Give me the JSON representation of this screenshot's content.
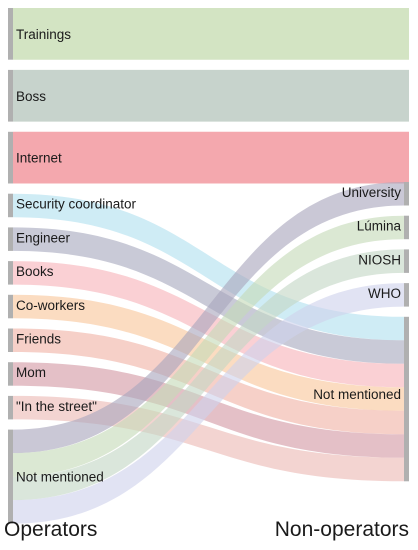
{
  "chart_data": {
    "type": "sankey",
    "left_title": "Operators",
    "right_title": "Non-operators",
    "left_nodes": [
      {
        "id": "trainings",
        "label": "Trainings",
        "value": 2.2,
        "color": "#d3e4c3"
      },
      {
        "id": "boss",
        "label": "Boss",
        "value": 2.2,
        "color": "#c7d3cc"
      },
      {
        "id": "internet",
        "label": "Internet",
        "value": 2.2,
        "color": "#f4a8ae"
      },
      {
        "id": "security",
        "label": "Security coordinator",
        "value": 1.0,
        "color": "#b2e0ef"
      },
      {
        "id": "engineer",
        "label": "Engineer",
        "value": 1.0,
        "color": "#a8a9be"
      },
      {
        "id": "books",
        "label": "Books",
        "value": 1.0,
        "color": "#f7b3b9"
      },
      {
        "id": "coworkers",
        "label": "Co-workers",
        "value": 1.0,
        "color": "#f9c69b"
      },
      {
        "id": "friends",
        "label": "Friends",
        "value": 1.0,
        "color": "#f1b3a6"
      },
      {
        "id": "mom",
        "label": "Mom",
        "value": 1.0,
        "color": "#d49aa4"
      },
      {
        "id": "street",
        "label": "\"In the street\"",
        "value": 1.0,
        "color": "#ecb9b4"
      },
      {
        "id": "notmentioned_l",
        "label": "Not mentioned",
        "value": 4.0,
        "color": "#d8d8d8"
      }
    ],
    "right_nodes": [
      {
        "id": "university",
        "label": "University",
        "value": 1.0,
        "color": "#a9a7bd"
      },
      {
        "id": "lumina",
        "label": "Lúmina",
        "value": 1.0,
        "color": "#c5dab8"
      },
      {
        "id": "niosh",
        "label": "NIOSH",
        "value": 1.0,
        "color": "#c3d6c5"
      },
      {
        "id": "who",
        "label": "WHO",
        "value": 1.0,
        "color": "#cfd2ec"
      },
      {
        "id": "notmentioned_r",
        "label": "Not mentioned",
        "value": 7.0,
        "color": "#d8d8d8"
      }
    ],
    "links": [
      {
        "source": "trainings",
        "target": null,
        "value": 2.2,
        "color": "#d3e4c3"
      },
      {
        "source": "boss",
        "target": null,
        "value": 2.2,
        "color": "#c7d3cc"
      },
      {
        "source": "internet",
        "target": null,
        "value": 2.2,
        "color": "#f4a8ae"
      },
      {
        "source": "security",
        "target": "notmentioned_r",
        "value": 1.0,
        "color": "#b2e0ef"
      },
      {
        "source": "engineer",
        "target": "notmentioned_r",
        "value": 1.0,
        "color": "#a8a9be"
      },
      {
        "source": "books",
        "target": "notmentioned_r",
        "value": 1.0,
        "color": "#f7b3b9"
      },
      {
        "source": "coworkers",
        "target": "notmentioned_r",
        "value": 1.0,
        "color": "#f9c69b"
      },
      {
        "source": "friends",
        "target": "notmentioned_r",
        "value": 1.0,
        "color": "#f1b3a6"
      },
      {
        "source": "mom",
        "target": "notmentioned_r",
        "value": 1.0,
        "color": "#d49aa4"
      },
      {
        "source": "street",
        "target": "notmentioned_r",
        "value": 1.0,
        "color": "#ecb9b4"
      },
      {
        "source": "notmentioned_l",
        "target": "university",
        "value": 1.0,
        "color": "#a9a7bd"
      },
      {
        "source": "notmentioned_l",
        "target": "lumina",
        "value": 1.0,
        "color": "#c5dab8"
      },
      {
        "source": "notmentioned_l",
        "target": "niosh",
        "value": 1.0,
        "color": "#c3d6c5"
      },
      {
        "source": "notmentioned_l",
        "target": "who",
        "value": 1.0,
        "color": "#cfd2ec"
      }
    ],
    "bar_color": "#b0b0b0"
  }
}
